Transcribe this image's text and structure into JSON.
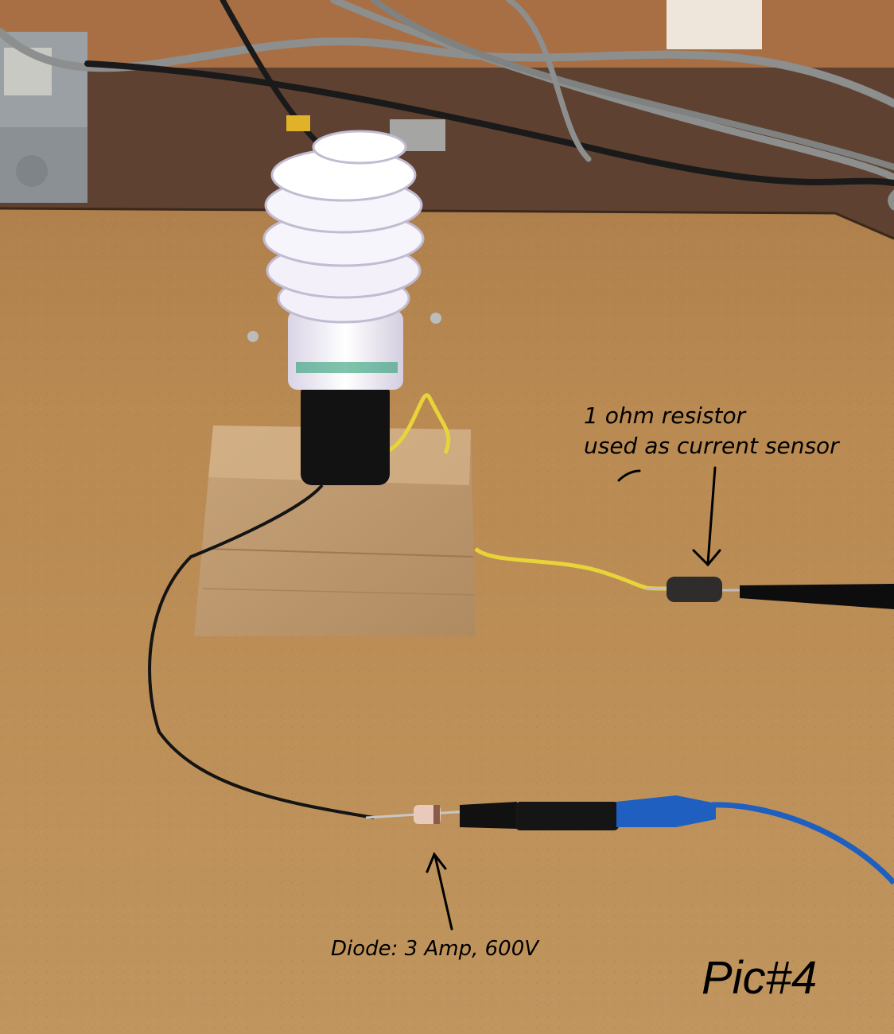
{
  "annotations": {
    "resistor_line1": "1 ohm resistor",
    "resistor_line2": "used as current sensor",
    "diode": "Diode: 3 Amp, 600V",
    "pic_label": "Pic#4"
  },
  "colors": {
    "table": "#b98a52",
    "back_wall": "#6b4a33",
    "wood_block": "#c9a57a",
    "bulb_glass": "#f3f0fa",
    "bulb_base": "#121212",
    "yellow_wire": "#e8d33a",
    "black_wire": "#141414",
    "blue_probe": "#1f5fbf",
    "annotation_ink": "#000000"
  },
  "icons": [
    "spiral-cfl-bulb",
    "arrow-down",
    "arrow-up"
  ]
}
